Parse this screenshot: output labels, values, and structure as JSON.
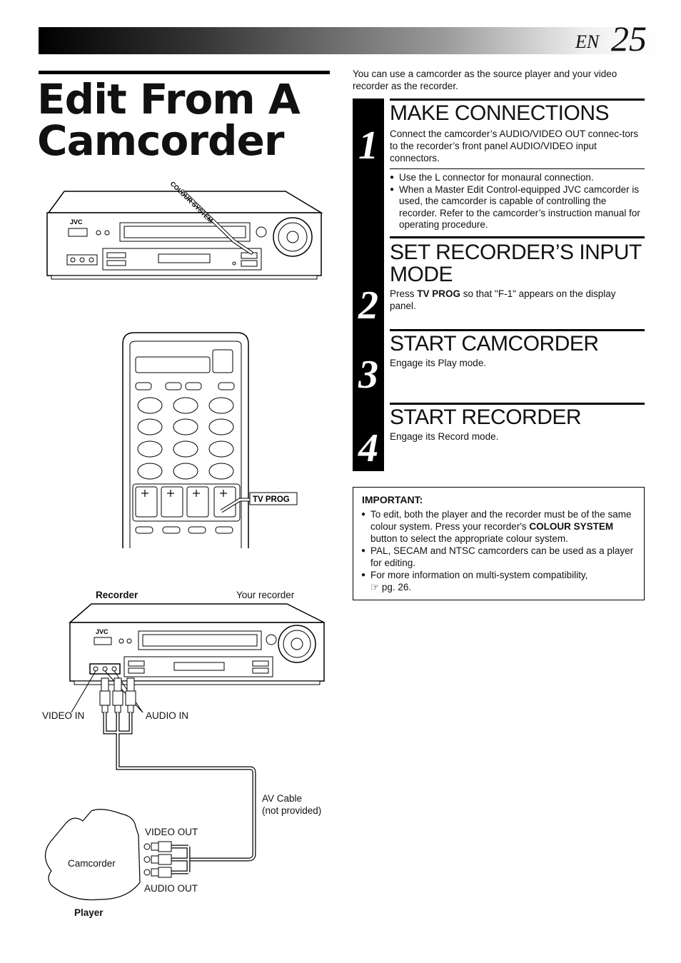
{
  "header": {
    "lang": "EN",
    "page_number": "25"
  },
  "title": {
    "line1": "Edit From A",
    "line2": "Camcorder"
  },
  "intro": "You can use a camcorder as the source player and your video recorder as the recorder.",
  "steps": [
    {
      "number": "1",
      "heading": "MAKE CONNECTIONS",
      "body": "Connect the camcorder’s AUDIO/VIDEO OUT connec-tors to the recorder’s front panel AUDIO/VIDEO input connectors.",
      "bullets": [
        "Use the L connector for monaural connection.",
        "When a Master Edit Control-equipped JVC camcorder is used, the camcorder is capable of controlling the recorder. Refer to the camcorder’s instruction manual for operating procedure."
      ]
    },
    {
      "number": "2",
      "heading_line1": "SET RECORDER’S INPUT",
      "heading_line2": "MODE",
      "body_prefix": "Press ",
      "body_bold": "TV PROG",
      "body_suffix": " so that \"F-1\" appears on the display panel."
    },
    {
      "number": "3",
      "heading": "START CAMCORDER",
      "body": "Engage its Play mode."
    },
    {
      "number": "4",
      "heading": "START RECORDER",
      "body": "Engage its Record mode."
    }
  ],
  "important": {
    "title": "IMPORTANT:",
    "item1_a": "To edit, both the player and the recorder must be of the same colour system. Press your recorder's ",
    "item1_bold": "COLOUR SYSTEM",
    "item1_b": " button to select the appropriate colour system.",
    "item2": "PAL, SECAM and NTSC camcorders can be used as a player for editing.",
    "item3_a": "For more information on multi-system compatibility,",
    "item3_icon": "☞",
    "item3_b": " pg. 26."
  },
  "figure": {
    "brand": "JVC",
    "colour_system_label": "COLOUR SYSTEM",
    "tv_prog_label": "TV PROG",
    "recorder_label": "Recorder",
    "your_recorder_label": "Your recorder",
    "video_in_label": "VIDEO IN",
    "audio_in_label": "AUDIO IN",
    "av_cable_line1": "AV Cable",
    "av_cable_line2": "(not provided)",
    "video_out_label": "VIDEO OUT",
    "audio_out_label": "AUDIO OUT",
    "camcorder_label": "Camcorder",
    "player_label": "Player"
  }
}
